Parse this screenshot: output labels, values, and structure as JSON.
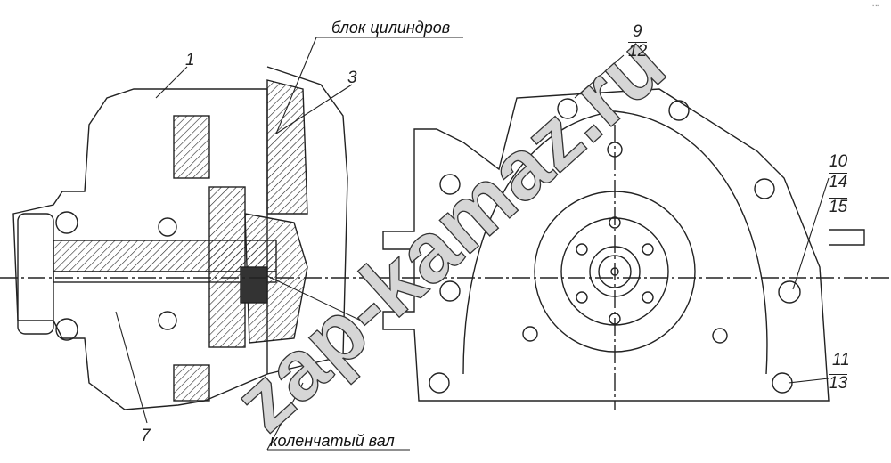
{
  "labels": {
    "cylinder_block": "блок цилиндров",
    "crankshaft": "коленчатый вал"
  },
  "callouts": {
    "c1": "1",
    "c3": "3",
    "c7": "7",
    "c9": "9",
    "c12": "12",
    "c10": "10",
    "c14": "14",
    "c15": "15",
    "c11": "11",
    "c13": "13"
  },
  "watermark": "zap-kamaz.ru"
}
